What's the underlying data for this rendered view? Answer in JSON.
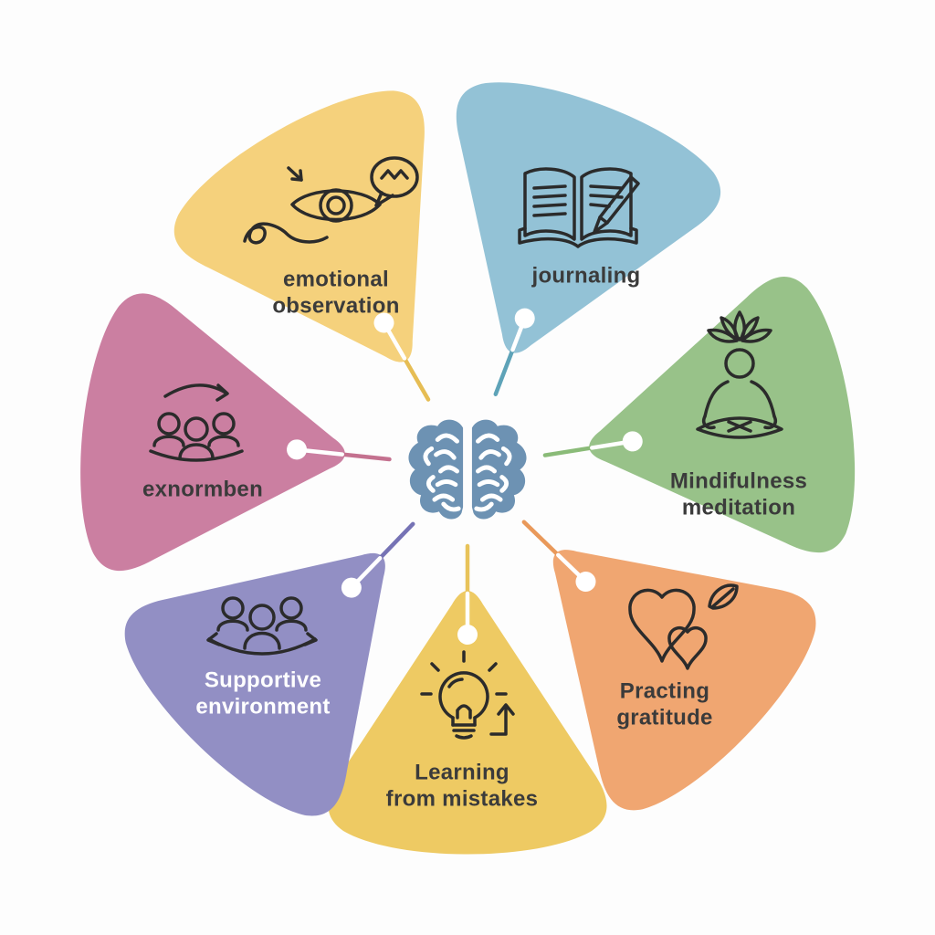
{
  "background": "#fdfdfd",
  "center": {
    "icon": "brain-icon",
    "color": "#6d92b3"
  },
  "connector_dot_color": "#ffffff",
  "icon_stroke_color": "#2b2b2b",
  "segments": [
    {
      "id": "emotional-observation",
      "label": "emotional observation",
      "label_lines": [
        "emotional",
        "observation"
      ],
      "color": "#f5d17c",
      "line_color": "#e6bd54",
      "text_color": "#3b3b3b",
      "icon": "eye-speech-bubble-icon"
    },
    {
      "id": "journaling",
      "label": "journaling",
      "label_lines": [
        "journaling"
      ],
      "color": "#93c2d6",
      "line_color": "#5ea3b8",
      "text_color": "#2f3a40",
      "icon": "journal-book-pen-icon"
    },
    {
      "id": "mindfulness-meditation",
      "label": "Mindifulness meditation",
      "label_lines": [
        "Mindifulness",
        "meditation"
      ],
      "color": "#98c289",
      "line_color": "#8abb78",
      "text_color": "#2f3a33",
      "icon": "meditation-lotus-icon"
    },
    {
      "id": "practicing-gratitude",
      "label": "Practing gratitude",
      "label_lines": [
        "Practing",
        "gratitude"
      ],
      "color": "#f0a671",
      "line_color": "#e9995a",
      "text_color": "#3a2f28",
      "icon": "hearts-leaf-icon"
    },
    {
      "id": "learning-from-mistakes",
      "label": "Learning from mistakes",
      "label_lines": [
        "Learning",
        "from mistakes"
      ],
      "color": "#eeca63",
      "line_color": "#e8c35a",
      "text_color": "#33302a",
      "icon": "lightbulb-arrow-icon"
    },
    {
      "id": "supportive-environment",
      "label": "Supportive environment",
      "label_lines": [
        "Supportive",
        "environment"
      ],
      "color": "#928fc4",
      "line_color": "#7673b5",
      "text_color": "#ffffff",
      "icon": "people-double-arrow-icon"
    },
    {
      "id": "exnormben",
      "label": "exnormben",
      "label_lines": [
        "exnormben"
      ],
      "color": "#cb7fa1",
      "line_color": "#c4718f",
      "text_color": "#332b30",
      "icon": "people-cycle-arrow-icon"
    }
  ]
}
